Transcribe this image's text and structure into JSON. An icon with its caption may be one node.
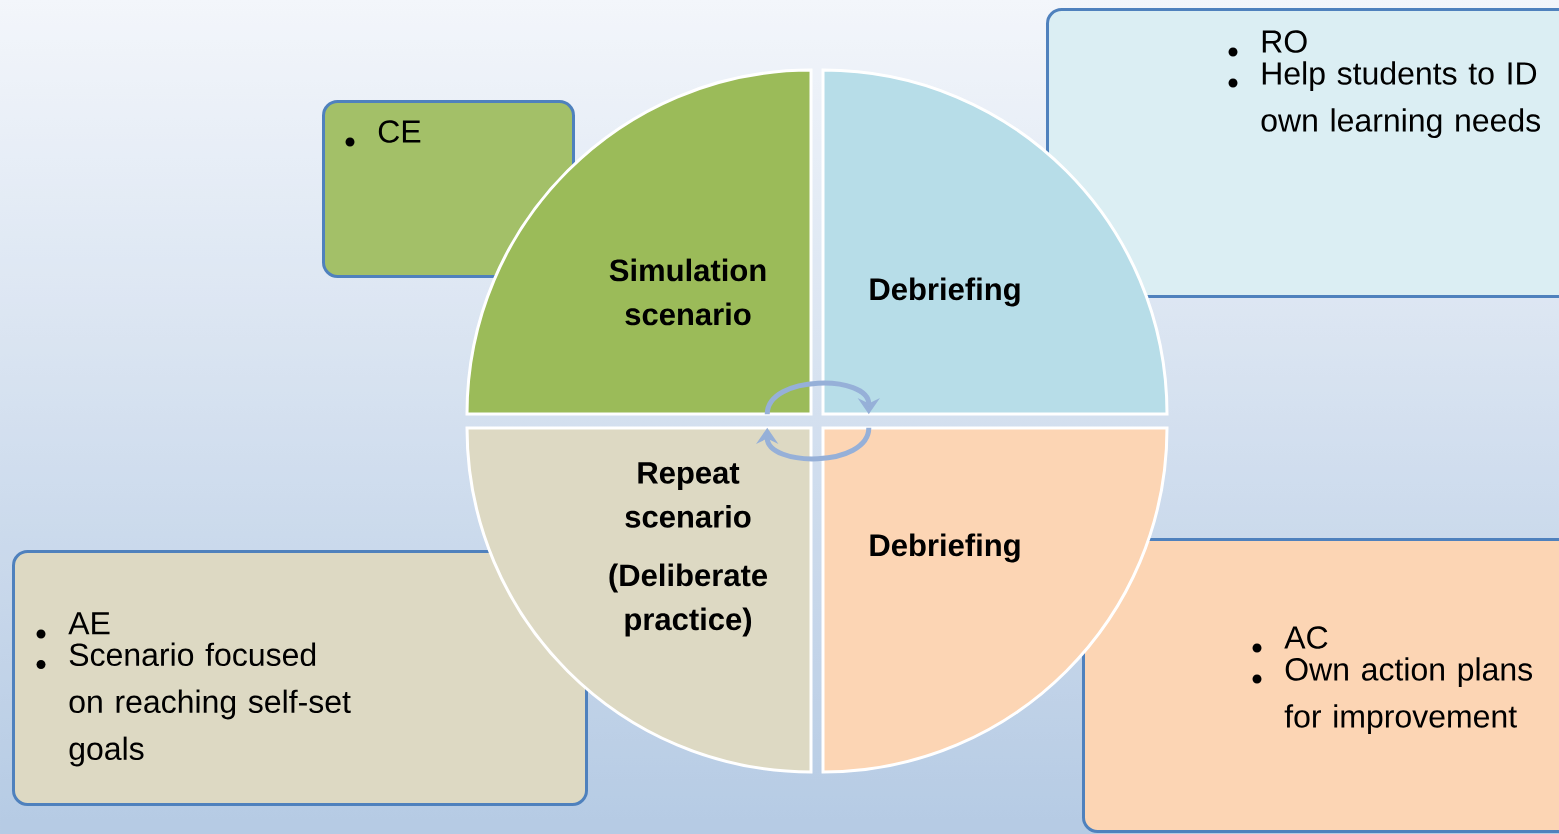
{
  "diagram": {
    "nodes": [
      {
        "text": [
          "CE"
        ]
      },
      {
        "text": [
          "RO",
          "Help students to ID own learning needs"
        ]
      },
      {
        "text": [
          "AE",
          "Scenario focused on reaching self-set goals"
        ]
      },
      {
        "text": [
          "AC",
          "Own action plans for improvement"
        ]
      },
      {
        "text": [
          "Simulation scenario"
        ]
      },
      {
        "text": [
          "Debriefing"
        ]
      },
      {
        "text": [
          "Debriefing"
        ]
      },
      {
        "text": [
          "Repeat scenario",
          "(Deliberate practice)"
        ]
      }
    ],
    "edges": [
      {
        "from": 4,
        "to": 5,
        "arrow": "to"
      },
      {
        "from": 6,
        "to": 7,
        "arrow": "to"
      }
    ]
  }
}
